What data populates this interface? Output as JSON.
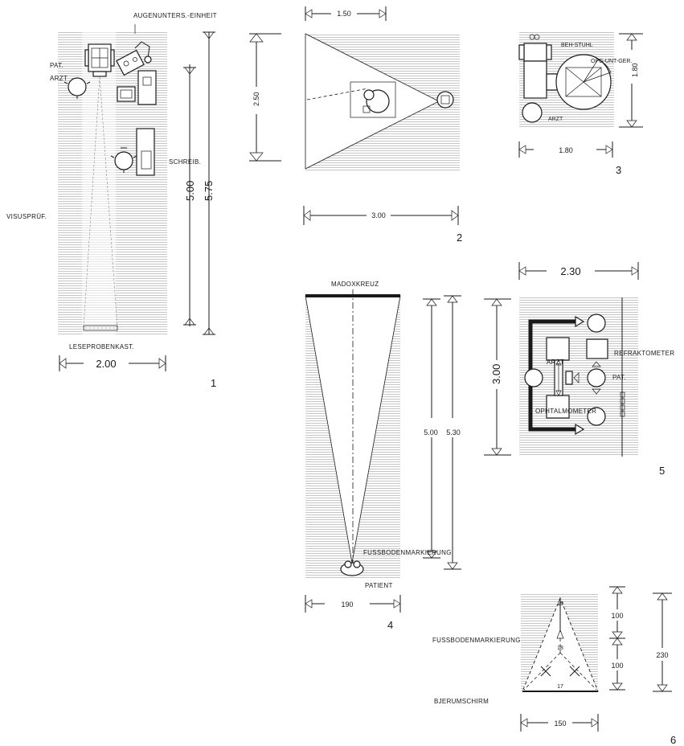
{
  "fig1": {
    "label_augen": "AUGENUNTERS.-EINHEIT",
    "label_pat": "PAT.",
    "label_arzt": "ARZT",
    "label_schreib": "SCHREIB.",
    "label_visus": "VISUSPRÜF.",
    "label_lese": "LESEPROBENKAST.",
    "dim_500": "5.00",
    "dim_575": "5.75",
    "dim_width": "2.00",
    "number": "1"
  },
  "fig2": {
    "dim_top": "1.50",
    "dim_left": "2.50",
    "dim_bottom": "3.00",
    "number": "2"
  },
  "fig3": {
    "label_beh": "BEH-STUHL",
    "label_op": "OPG-UNT-GER.",
    "label_arzt": "ARZT",
    "dim_height": "1.80",
    "dim_width": "1.80",
    "number": "3"
  },
  "fig4": {
    "label_madox": "MADOXKREUZ",
    "label_fuss": "FUSSBODENMARKIERUNG",
    "label_patient": "PATIENT",
    "dim_500": "5.00",
    "dim_530": "5.30",
    "dim_width": "190",
    "number": "4"
  },
  "fig5": {
    "label_refrakto": "REFRAKTOMETER",
    "label_arzt": "ARZT",
    "label_pat": "PAT.",
    "label_ophtal": "OPHTALMOMETER",
    "dim_width": "2.30",
    "dim_height": "3.00",
    "number": "5"
  },
  "fig6": {
    "label_fuss": "FUSSBODENMARKIERUNG",
    "label_bjerum": "BJERUMSCHIRM",
    "pt_19": "19",
    "pt_18": "18",
    "pt_17": "17",
    "dim_100a": "100",
    "dim_100b": "100",
    "dim_230": "230",
    "dim_150": "150",
    "number": "6"
  }
}
